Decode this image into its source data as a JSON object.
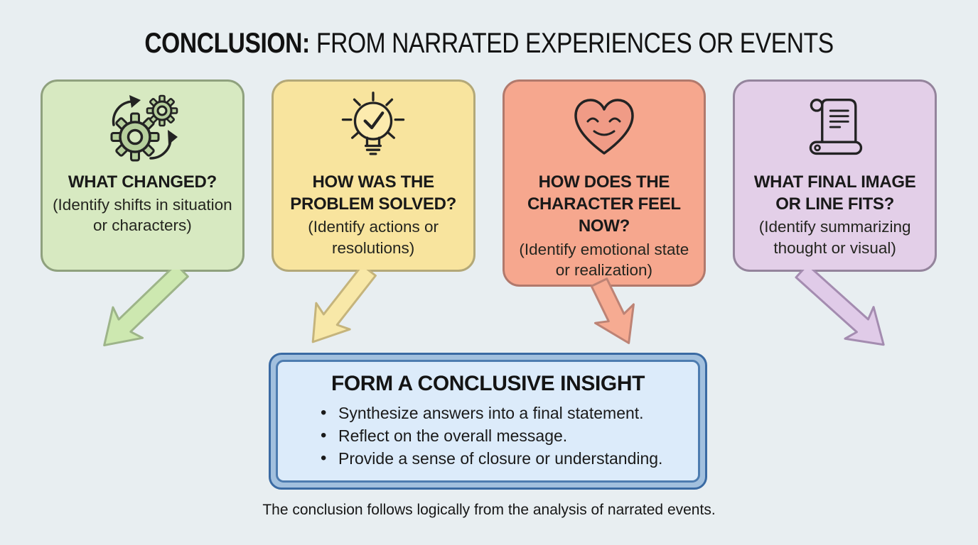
{
  "colors": {
    "background": "#e8eef1",
    "text": "#1e1e1e",
    "insight_outer_border": "#3a6aa3",
    "insight_band": "#a2c0de",
    "insight_inner_border": "#4d7cb0",
    "insight_fill": "#dcebfa"
  },
  "title": {
    "lead": "CONCLUSION:",
    "rest": "FROM NARRATED EXPERIENCES OR EVENTS"
  },
  "cards": [
    {
      "heading": "WHAT CHANGED?",
      "subtext": "(Identify shifts in situation or characters)",
      "icon": "gears-cycle-icon",
      "fill": "#d7e9c1",
      "border": "#8fa17e",
      "arrow_fill": "#cde8b0",
      "arrow_stroke": "#9db489"
    },
    {
      "heading": "HOW WAS THE PROBLEM SOLVED?",
      "subtext": "(Identify actions or resolutions)",
      "icon": "lightbulb-check-icon",
      "fill": "#f8e49e",
      "border": "#b3a878",
      "arrow_fill": "#f8e8a8",
      "arrow_stroke": "#c5b47c"
    },
    {
      "heading": "HOW DOES THE CHARACTER FEEL NOW?",
      "subtext": "(Identify emotional state or realization)",
      "icon": "heart-calm-face-icon",
      "fill": "#f6a78e",
      "border": "#b1796c",
      "arrow_fill": "#f6ab92",
      "arrow_stroke": "#bd8375"
    },
    {
      "heading": "WHAT FINAL IMAGE OR LINE FITS?",
      "subtext": "(Identify summarizing thought or visual)",
      "icon": "scroll-icon",
      "fill": "#e3cfe8",
      "border": "#94849c",
      "arrow_fill": "#e0cbe8",
      "arrow_stroke": "#a48cb0"
    }
  ],
  "insight": {
    "heading": "FORM A CONCLUSIVE INSIGHT",
    "bullets": [
      "Synthesize answers into a final statement.",
      "Reflect on the overall message.",
      "Provide a sense of closure or understanding."
    ]
  },
  "footnote": "The conclusion follows logically from the analysis of narrated events."
}
